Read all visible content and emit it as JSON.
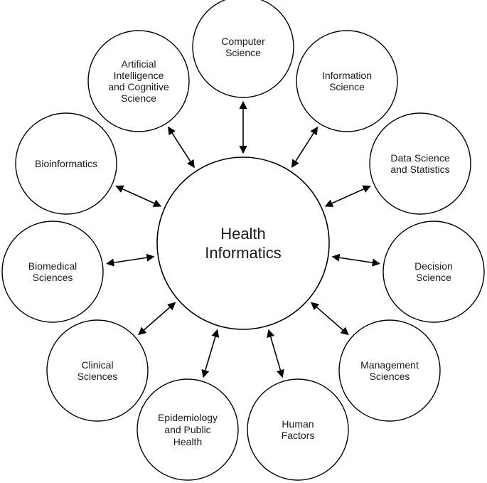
{
  "center": {
    "lines": [
      "Health",
      "Informatics"
    ]
  },
  "nodes": [
    {
      "id": "computer-science",
      "lines": [
        "Computer",
        "Science"
      ]
    },
    {
      "id": "information-science",
      "lines": [
        "Information",
        "Science"
      ]
    },
    {
      "id": "data-science-and-statistics",
      "lines": [
        "Data Science",
        "and Statistics"
      ]
    },
    {
      "id": "decision-science",
      "lines": [
        "Decision",
        "Science"
      ]
    },
    {
      "id": "management-sciences",
      "lines": [
        "Management",
        "Sciences"
      ]
    },
    {
      "id": "human-factors",
      "lines": [
        "Human",
        "Factors"
      ]
    },
    {
      "id": "epidemiology-and-public-health",
      "lines": [
        "Epidemiology",
        "and Public",
        "Health"
      ]
    },
    {
      "id": "clinical-sciences",
      "lines": [
        "Clinical",
        "Sciences"
      ]
    },
    {
      "id": "biomedical-sciences",
      "lines": [
        "Biomedical",
        "Sciences"
      ]
    },
    {
      "id": "bioinformatics",
      "lines": [
        "Bioinformatics"
      ]
    },
    {
      "id": "artificial-intelligence-and-cognitive-science",
      "lines": [
        "Artificial",
        "Intelligence",
        "and Cognitive",
        "Science"
      ]
    }
  ],
  "colors": {
    "stroke": "#000000",
    "fill": "#ffffff",
    "text": "#1a1a1a"
  }
}
